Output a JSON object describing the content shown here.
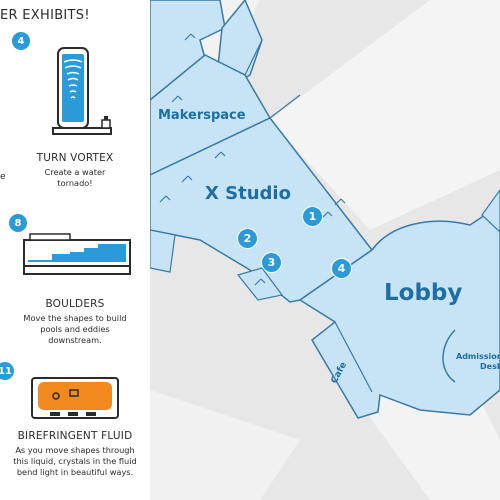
{
  "panel": {
    "title": "ER EXHIBITS!",
    "stray_letter": "e",
    "exhibits": [
      {
        "badge": "4",
        "name": "TURN VORTEX",
        "desc_1": "Create a water",
        "desc_2": "tornado!",
        "desc_3": ""
      },
      {
        "badge": "8",
        "name": "BOULDERS",
        "desc_1": "Move the shapes to build",
        "desc_2": "pools and eddies",
        "desc_3": "downstream."
      },
      {
        "badge": "11",
        "name": "BIREFRINGENT FLUID",
        "desc_1": "As you move shapes through",
        "desc_2": "this liquid, crystals in the fluid",
        "desc_3": "bend light in beautiful ways."
      }
    ]
  },
  "map": {
    "rooms": {
      "makerspace": "Makerspace",
      "x_studio": "X Studio",
      "lobby": "Lobby",
      "admissions_1": "Admissions",
      "admissions_2": "Desk",
      "cafe": "Cafe"
    },
    "markers": [
      "1",
      "2",
      "3",
      "4"
    ]
  },
  "colors": {
    "room_fill": "#c6e4f5",
    "room_stroke": "#3a7aa8",
    "badge": "#2a9ad9",
    "room_text": "#1f6ea3",
    "background": "#e7e7e7",
    "panel": "#ffffff",
    "vortex_water": "#2a9ad9",
    "fluid_orange": "#f28a1e"
  }
}
